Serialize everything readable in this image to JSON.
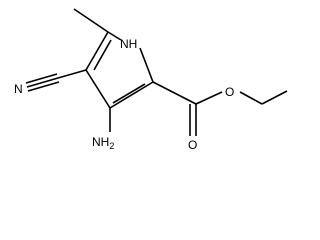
{
  "molecule": {
    "atom_labels": {
      "nh": "NH",
      "nitrile_n": "N",
      "amino": "NH",
      "amino_sub": "2",
      "carbonyl_o": "O",
      "ester_o": "O"
    },
    "colors": {
      "bond": "#000000",
      "text": "#000000",
      "background": "#ffffff"
    }
  }
}
